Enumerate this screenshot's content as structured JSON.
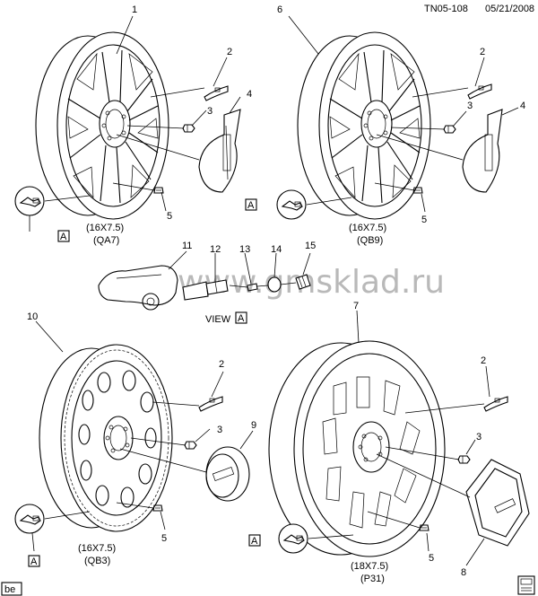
{
  "header": {
    "doc_id": "TN05-108",
    "date": "05/21/2008"
  },
  "watermark": "www.gmsklad.ru",
  "view_label": "VIEW",
  "view_ref": "A",
  "corner_tag": "be",
  "callouts": {
    "w1": "1",
    "w6": "6",
    "w10": "10",
    "w7": "7",
    "a2": "2",
    "a3": "3",
    "a4": "4",
    "a5": "5",
    "b2": "2",
    "b3": "3",
    "b4": "4",
    "b5": "5",
    "c2": "2",
    "c3": "3",
    "c9": "9",
    "c5": "5",
    "d2": "2",
    "d3": "3",
    "d8": "8",
    "d5": "5",
    "s11": "11",
    "s12": "12",
    "s13": "13",
    "s14": "14",
    "s15": "15"
  },
  "ref_boxes": {
    "box1": "A",
    "box2": "A",
    "box3": "A",
    "box4": "A"
  },
  "captions": {
    "w1_size": "(16X7.5)",
    "w1_code": "(QA7)",
    "w6_size": "(16X7.5)",
    "w6_code": "(QB9)",
    "w10_size": "(16X7.5)",
    "w10_code": "(QB3)",
    "w7_size": "(18X7.5)",
    "w7_code": "(P31)"
  }
}
